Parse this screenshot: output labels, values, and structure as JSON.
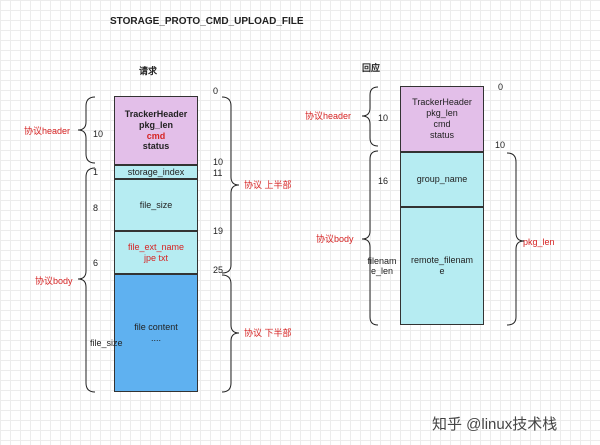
{
  "title": "STORAGE_PROTO_CMD_UPLOAD_FILE",
  "request": {
    "heading": "请求",
    "header_block": {
      "l1": "TrackerHeader",
      "l2": "pkg_len",
      "l3": "cmd",
      "l4": "status"
    },
    "storage_index": "storage_index",
    "file_size_block": "file_size",
    "ext_block": {
      "l1": "file_ext_name",
      "l2": "jpe txt"
    },
    "content_block": {
      "l1": "file content",
      "l2": "...."
    },
    "sizes": {
      "header": "10",
      "storage_index": "1",
      "file_size": "8",
      "ext": "6",
      "content": "file_size"
    },
    "offsets": {
      "o0": "0",
      "o10": "10",
      "o11": "11",
      "o19": "19",
      "o25": "25"
    },
    "labels": {
      "protocol_header": "协议header",
      "protocol_body": "协议body",
      "upper_half": "协议 上半部",
      "lower_half": "协议 下半部"
    }
  },
  "response": {
    "heading": "回应",
    "header_block": {
      "l1": "TrackerHeader",
      "l2": "pkg_len",
      "l3": "cmd",
      "l4": "status"
    },
    "group_block": "group_name",
    "remote_block": {
      "l1": "remote_filenam",
      "l2": "e"
    },
    "sizes": {
      "header": "10",
      "group": "16",
      "remote_l1": "filenam",
      "remote_l2": "e_len"
    },
    "offsets": {
      "o0": "0",
      "o10": "10"
    },
    "labels": {
      "protocol_header": "协议header",
      "protocol_body": "协议body",
      "pkg_len": "pkg_len"
    }
  },
  "watermark": "知乎 @linux技术栈"
}
